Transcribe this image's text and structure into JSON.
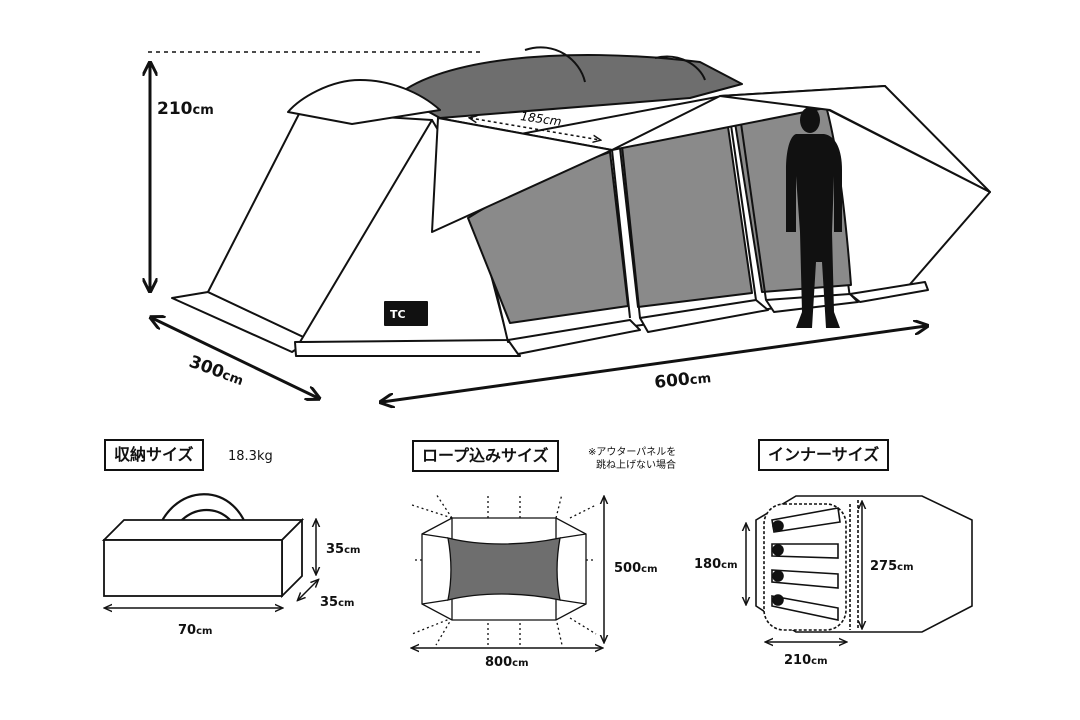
{
  "tent": {
    "height": {
      "value": "210",
      "unit": "cm"
    },
    "depth": {
      "value": "300",
      "unit": "cm"
    },
    "length": {
      "value": "600",
      "unit": "cm"
    },
    "arch_width": {
      "value": "185",
      "unit": "cm"
    },
    "logo_text": "TC"
  },
  "storage": {
    "label": "収納サイズ",
    "weight": "18.3kg",
    "length": {
      "value": "70",
      "unit": "cm"
    },
    "height": {
      "value": "35",
      "unit": "cm"
    },
    "depth": {
      "value": "35",
      "unit": "cm"
    }
  },
  "roped": {
    "label": "ロープ込みサイズ",
    "note_line1": "※アウターパネルを",
    "note_line2": "跳ね上げない場合",
    "width": {
      "value": "800",
      "unit": "cm"
    },
    "depth": {
      "value": "500",
      "unit": "cm"
    }
  },
  "inner": {
    "label": "インナーサイズ",
    "height": {
      "value": "180",
      "unit": "cm"
    },
    "depth": {
      "value": "275",
      "unit": "cm"
    },
    "width": {
      "value": "210",
      "unit": "cm"
    }
  },
  "colors": {
    "line": "#111111",
    "panel": "#8a8a8a",
    "roof": "#6e6e6e",
    "fill": "#ffffff"
  }
}
